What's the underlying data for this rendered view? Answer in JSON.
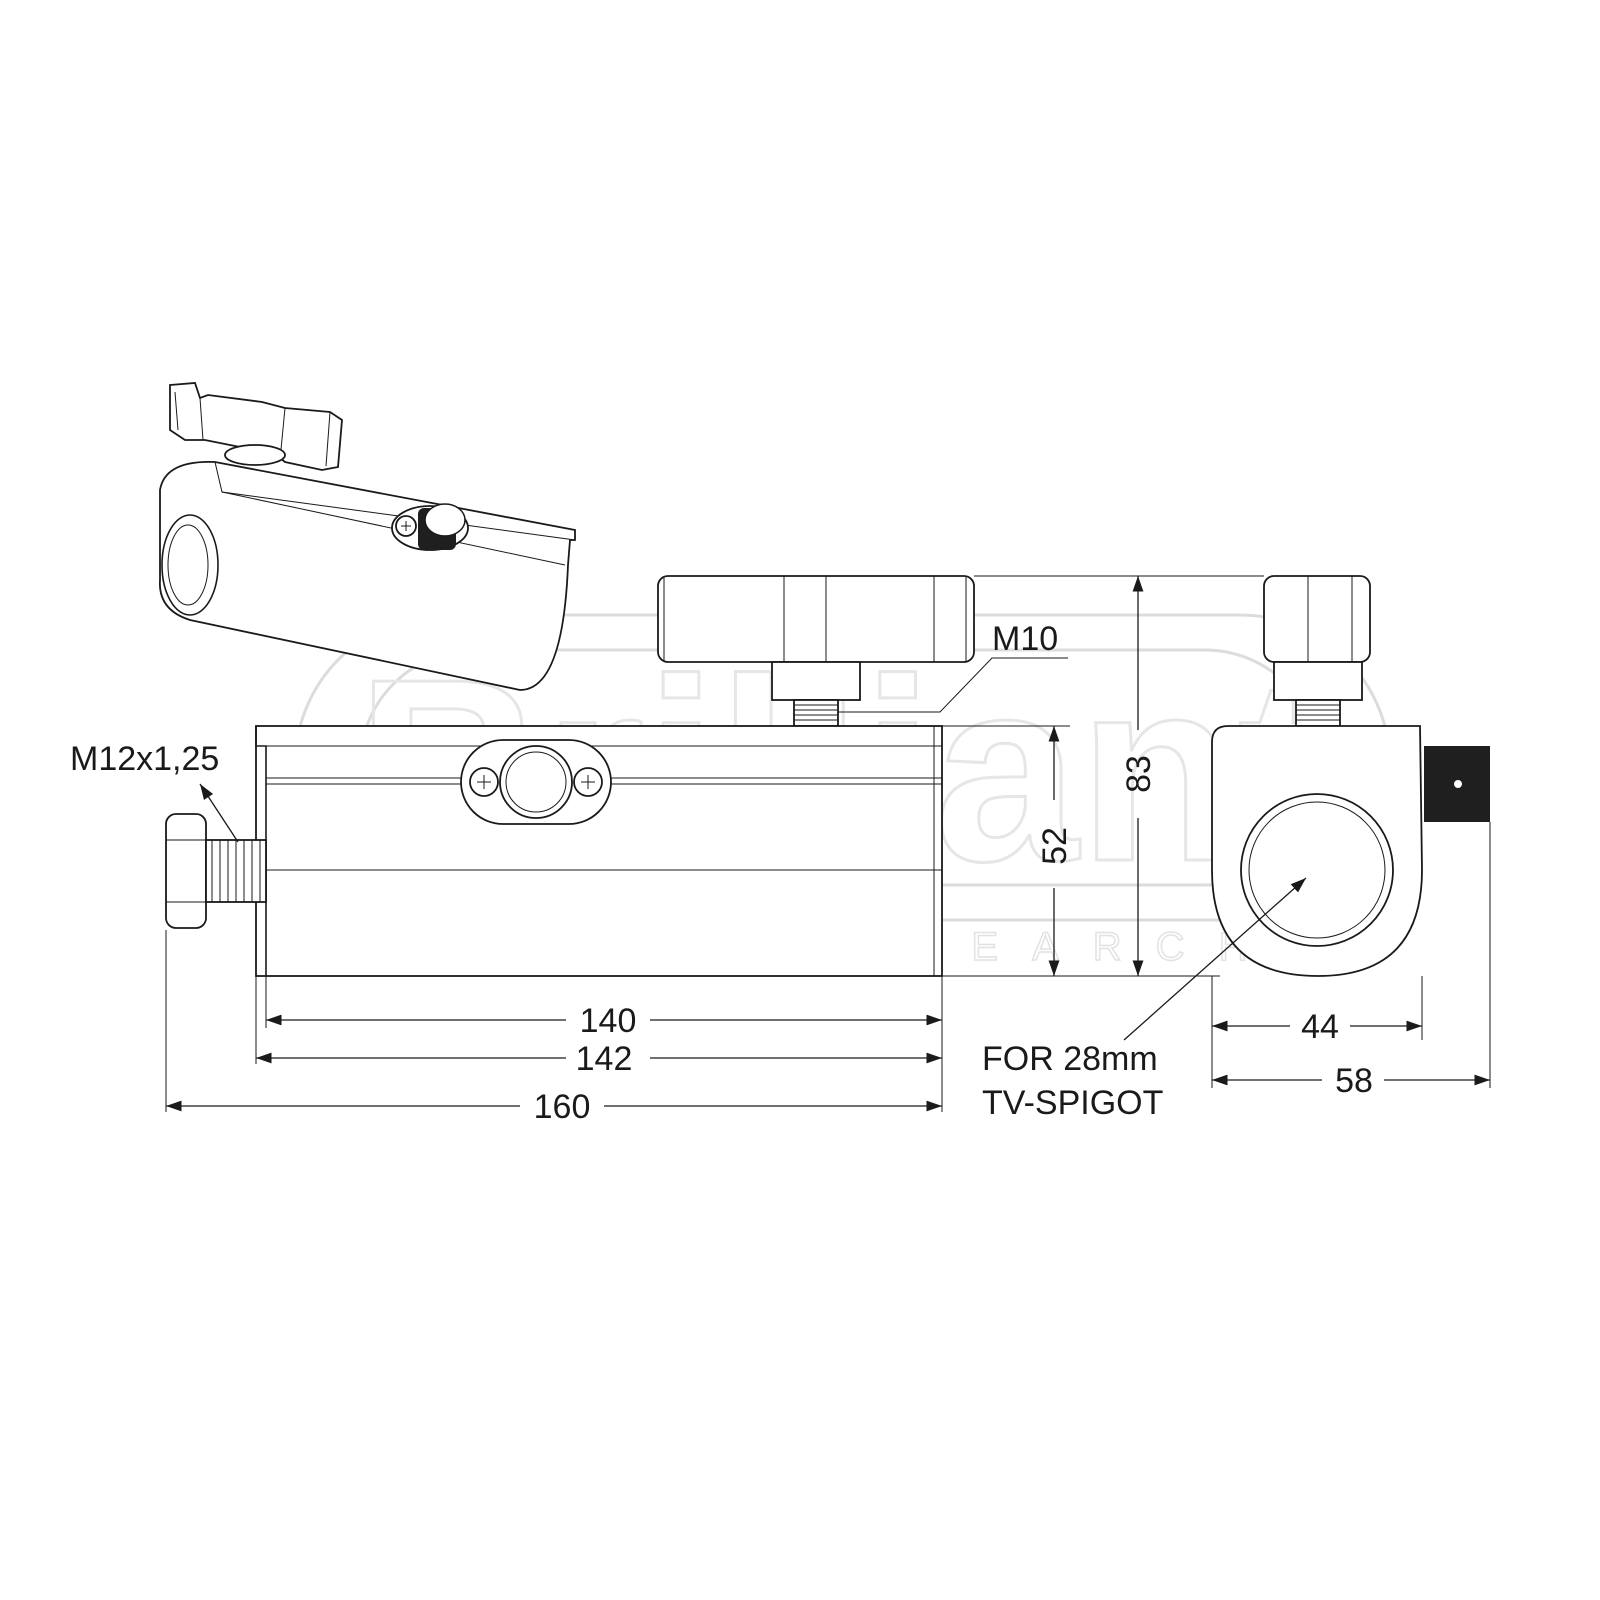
{
  "watermark": {
    "brand": "Brilliant",
    "tagline": "LIGHT RESEARCH",
    "registered_mark": "®"
  },
  "labels": {
    "thread_bolt": "M12x1,25",
    "thread_knob": "M10",
    "spigot_line1": "FOR 28mm",
    "spigot_line2": "TV-SPIGOT"
  },
  "dimensions": {
    "length_inner": "140",
    "length_body": "142",
    "length_total": "160",
    "height_body": "52",
    "height_total": "83",
    "width_clamp": "44",
    "width_total": "58"
  }
}
